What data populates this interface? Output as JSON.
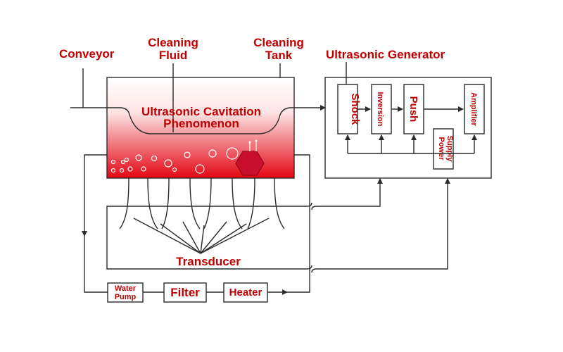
{
  "labels": {
    "conveyor": "Conveyor",
    "cleaning_fluid": [
      "Cleaning",
      "Fluid"
    ],
    "cleaning_tank": [
      "Cleaning",
      "Tank"
    ],
    "ultrasonic_generator": "Ultrasonic Generator",
    "cavitation": [
      "Ultrasonic Cavitation",
      "Phenomenon"
    ],
    "transducer": "Transducer"
  },
  "generator_blocks": {
    "shock": "Shock",
    "inversion": "Inversion",
    "push": "Push",
    "amplifier": "Amplifier",
    "power_supply": [
      "Power",
      "Supply"
    ]
  },
  "loop_blocks": {
    "water_pump": [
      "Water",
      "Pump"
    ],
    "filter": "Filter",
    "heater": "Heater"
  },
  "colors": {
    "label_red": "#c00000",
    "tank_gradient_top": "#ffffff",
    "tank_gradient_bottom": "#e30613",
    "line": "#2b2b2b"
  }
}
